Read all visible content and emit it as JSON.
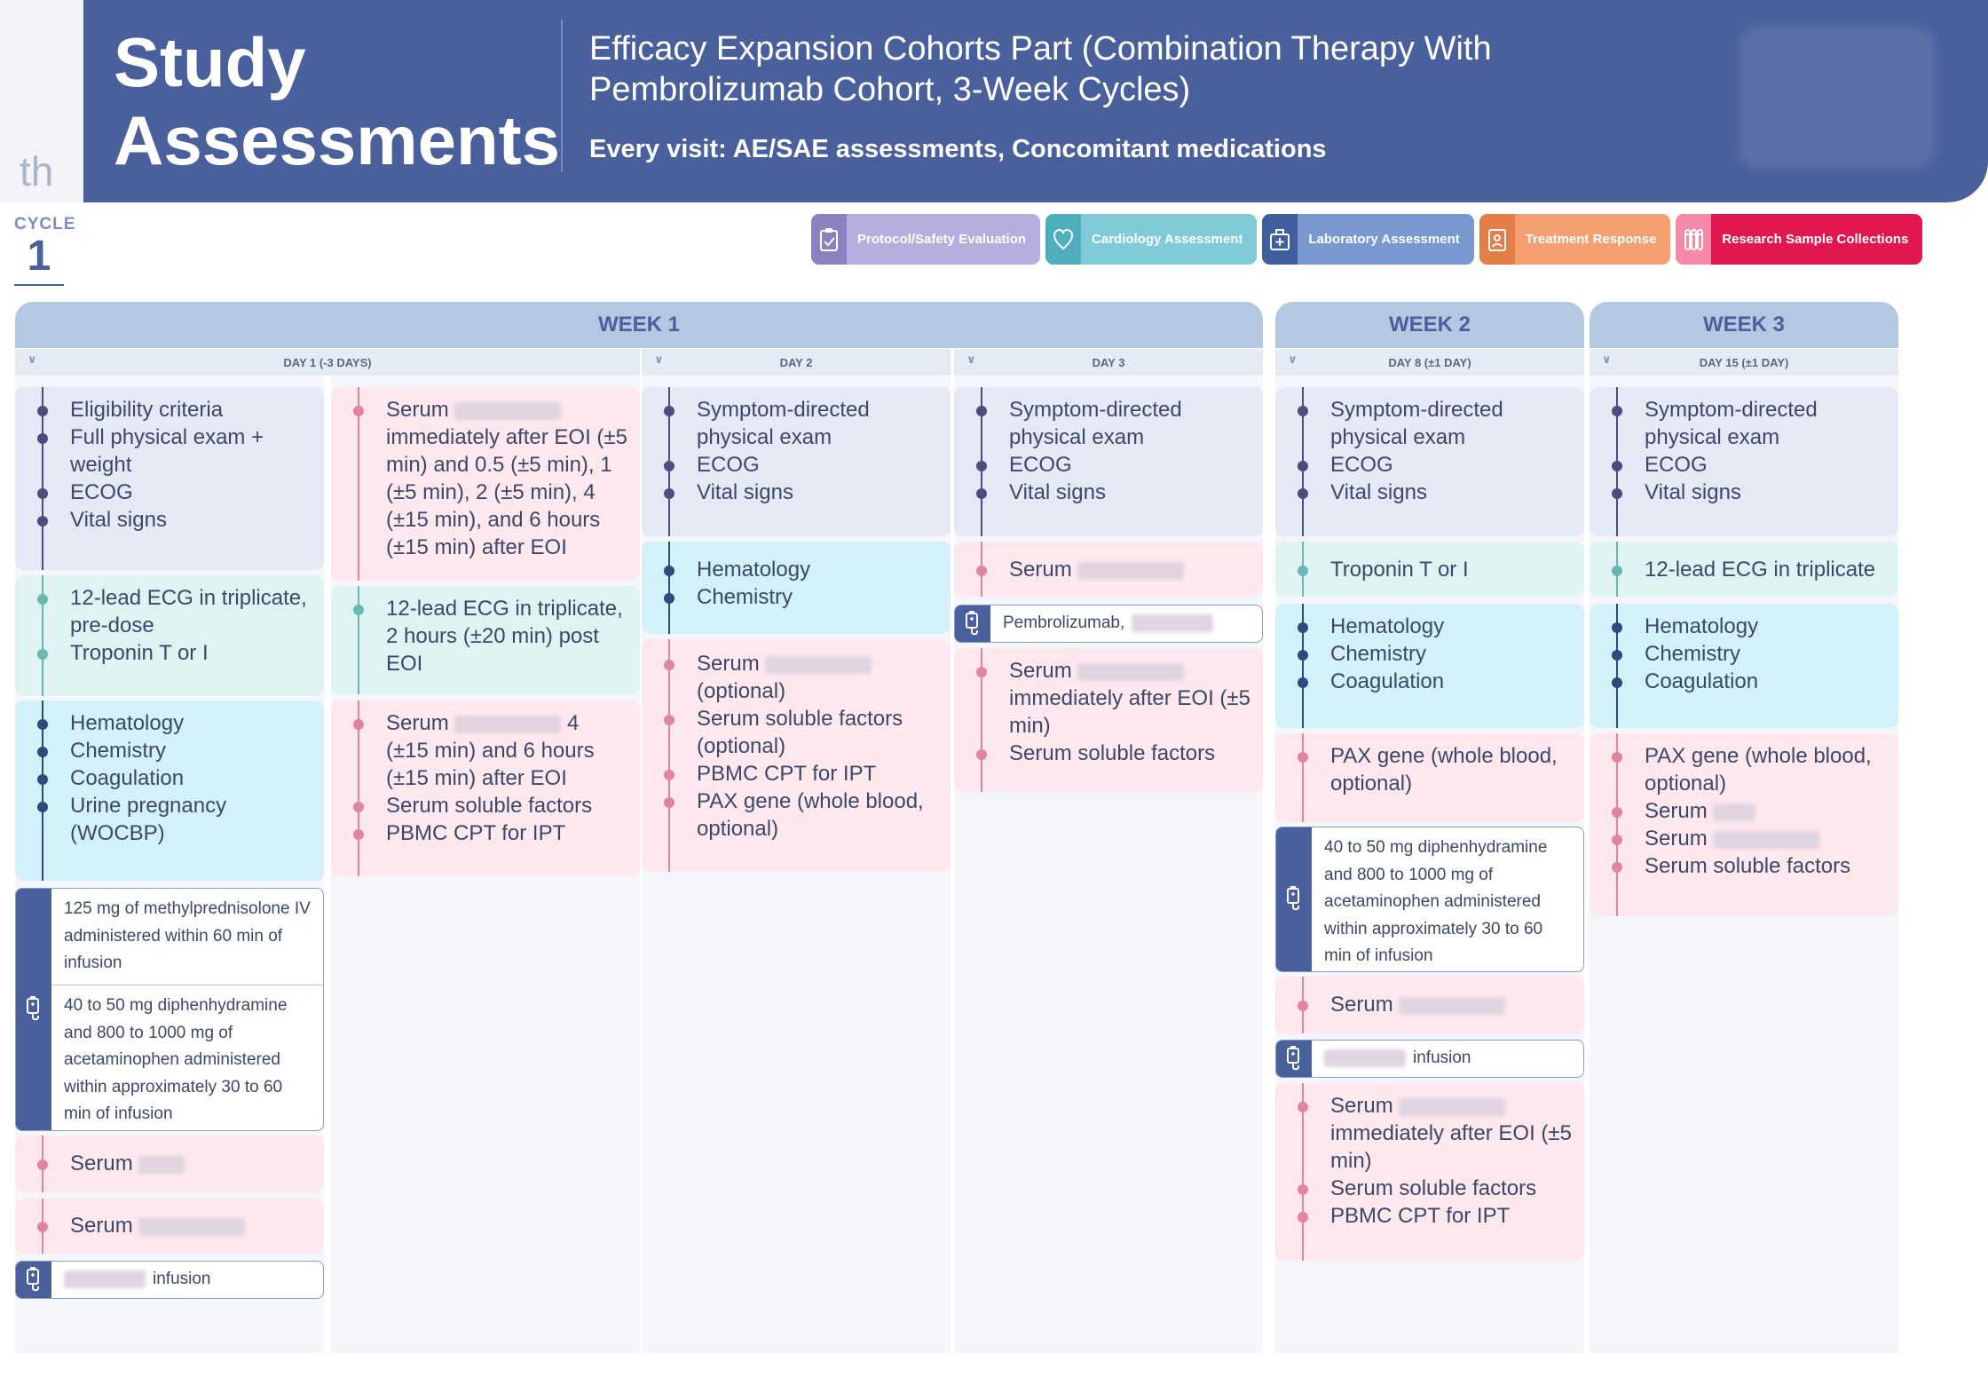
{
  "side_tab": {
    "text": "th"
  },
  "header": {
    "title": "Study Assessments",
    "subtitle": "Efficacy Expansion Cohorts Part (Combination Therapy With Pembrolizumab Cohort, 3-Week Cycles)",
    "every_visit": "Every visit: AE/SAE assessments, Concomitant medications"
  },
  "cycle": {
    "label": "CYCLE",
    "number": "1"
  },
  "legend": [
    {
      "label": "Protocol/Safety Evaluation",
      "bg": "#b7aedd",
      "icon_bg": "#8b80c0",
      "icon": "clipboard-check-icon"
    },
    {
      "label": "Cardiology Assessment",
      "bg": "#7fcbd8",
      "icon_bg": "#4eaebd",
      "icon": "heart-icon"
    },
    {
      "label": "Laboratory Assessment",
      "bg": "#7a98d0",
      "icon_bg": "#3f5e9e",
      "icon": "medical-kit-icon"
    },
    {
      "label": "Treatment Response",
      "bg": "#f4a070",
      "icon_bg": "#e57e46",
      "icon": "clipboard-person-icon"
    },
    {
      "label": "Research Sample Collections",
      "bg": "#e0184f",
      "icon_bg": "#f48aa8",
      "icon": "test-tubes-icon"
    }
  ],
  "weeks": [
    "WEEK 1",
    "WEEK 2",
    "WEEK 3"
  ],
  "days": [
    "DAY 1 (-3 DAYS)",
    "DAY 2",
    "DAY 3",
    "DAY 8 (±1 DAY)",
    "DAY 15 (±1 DAY)"
  ],
  "day1a": {
    "ps": [
      "Eligibility criteria",
      "Full physical exam + weight",
      "ECOG",
      "Vital signs"
    ],
    "cd": [
      "12-lead ECG in triplicate, pre-dose",
      "Troponin T or I"
    ],
    "lb": [
      "Hematology",
      "Chemistry",
      "Coagulation",
      "Urine pregnancy (WOCBP)"
    ],
    "premed1": "125 mg of methylprednisolone IV administered within 60 min of infusion",
    "premed2": "40 to 50 mg diphenhydramine and 800 to 1000 mg of acetaminophen administered within approximately 30 to 60 min of infusion",
    "serum_a": "Serum",
    "serum_b": "Serum",
    "infusion": "infusion"
  },
  "day1b": {
    "rs1": [
      "Serum",
      "immediately after EOI (±5 min) and 0.5 (±5 min), 1 (±5 min), 2 (±5 min), 4 (±15 min), and 6 hours (±15 min) after EOI"
    ],
    "cd": [
      "12-lead ECG in triplicate, 2 hours (±20 min) post EOI"
    ],
    "rs2a": [
      "Serum",
      "4"
    ],
    "rs2b": "(±15 min) and 6 hours (±15 min) after EOI",
    "rs2": [
      "Serum soluble factors",
      "PBMC CPT for IPT"
    ]
  },
  "day2": {
    "ps": [
      "Symptom-directed physical exam",
      "ECOG",
      "Vital signs"
    ],
    "lb": [
      "Hematology",
      "Chemistry"
    ],
    "rs_serum": "Serum",
    "rs_opt": "(optional)",
    "rs": [
      "Serum soluble factors (optional)",
      "PBMC CPT for IPT",
      "PAX gene (whole blood, optional)"
    ]
  },
  "day3": {
    "ps": [
      "Symptom-directed physical exam",
      "ECOG",
      "Vital signs"
    ],
    "rs1": "Serum",
    "infusion": "Pembrolizumab,",
    "rs2_serum": "Serum",
    "rs2_rest": "immediately after EOI (±5 min)",
    "rs2": [
      "Serum soluble factors"
    ]
  },
  "day8": {
    "ps": [
      "Symptom-directed physical exam",
      "ECOG",
      "Vital signs"
    ],
    "cd": [
      "Troponin T or I"
    ],
    "lb": [
      "Hematology",
      "Chemistry",
      "Coagulation"
    ],
    "rs1": [
      "PAX gene (whole blood, optional)"
    ],
    "premed": "40 to 50 mg diphenhydramine and 800 to 1000 mg of acetaminophen administered within approximately 30 to 60 min of infusion",
    "serum": "Serum",
    "infusion": "infusion",
    "rs3_serum": "Serum",
    "rs3_rest": "immediately after EOI (±5 min)",
    "rs3": [
      "Serum soluble factors",
      "PBMC CPT for IPT"
    ]
  },
  "day15": {
    "ps": [
      "Symptom-directed physical exam",
      "ECOG",
      "Vital signs"
    ],
    "cd": [
      "12-lead ECG in triplicate"
    ],
    "lb": [
      "Hematology",
      "Chemistry",
      "Coagulation"
    ],
    "rs": [
      "PAX gene (whole blood, optional)"
    ],
    "serum1": "Serum",
    "serum2": "Serum",
    "rs_last": [
      "Serum soluble factors"
    ]
  }
}
